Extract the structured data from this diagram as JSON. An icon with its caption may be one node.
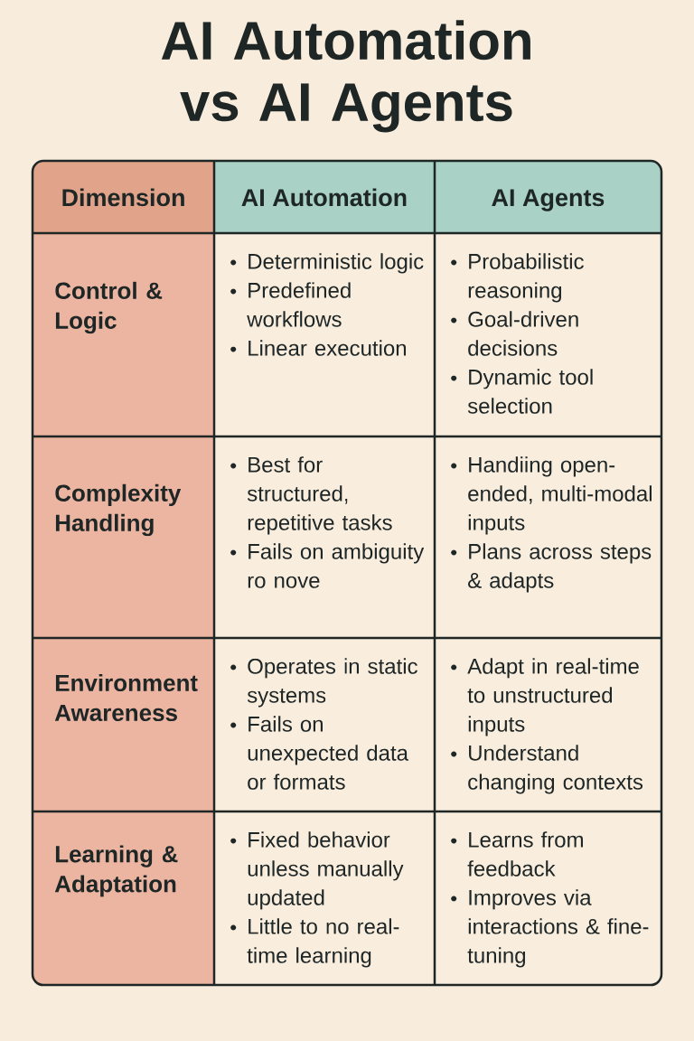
{
  "diagram": {
    "title": "AI Automation vs AI Agents",
    "nodes": [
      {
        "text": [
          "Dimension"
        ]
      },
      {
        "text": [
          "AI Automation"
        ]
      },
      {
        "text": [
          "AI Agents"
        ]
      },
      {
        "text": [
          "Control & Logic"
        ]
      },
      {
        "text": [
          "Deterministic logic",
          "Predefined workflows",
          "Linear execution"
        ]
      },
      {
        "text": [
          "Probabilistic reasoning",
          "Goal-driven decisions",
          "Dynamic tool selection"
        ]
      },
      {
        "text": [
          "Complexity Handling"
        ]
      },
      {
        "text": [
          "Best for structured, repetitive tasks",
          "Fails on ambiguity ro nove"
        ]
      },
      {
        "text": [
          "Handiing open-ended, multi-modal inputs",
          "Plans across steps & adapts"
        ]
      },
      {
        "text": [
          "Environment Awareness"
        ]
      },
      {
        "text": [
          "Operates in static systems",
          "Fails on unexpected data or formats"
        ]
      },
      {
        "text": [
          "Adapt in real-time to unstructured inputs",
          "Understand changing contexts"
        ]
      },
      {
        "text": [
          "Learning & Adaptation"
        ]
      },
      {
        "text": [
          "Fixed behavior unless manually updated",
          "Little to no real-time learning"
        ]
      },
      {
        "text": [
          "Learns from feedback",
          "Improves via interactions & fine-tuning"
        ]
      }
    ]
  }
}
